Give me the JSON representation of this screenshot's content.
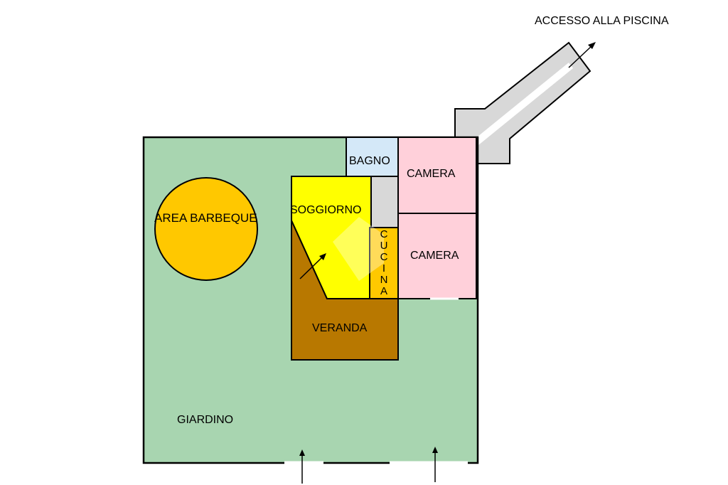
{
  "plan": {
    "title": "ACCESSO ALLA PISCINA",
    "rooms": {
      "giardino": "GIARDINO",
      "area_barbeque": "AREA BARBEQUE",
      "bagno": "BAGNO",
      "camera_top": "CAMERA",
      "camera_bottom": "CAMERA",
      "soggiorno": "SOGGIORNO",
      "cucina": "CUCINA",
      "veranda": "VERANDA"
    },
    "cucina_letters": [
      "C",
      "U",
      "C",
      "I",
      "N",
      "A"
    ],
    "colors": {
      "giardino": "#a8d5b0",
      "area_barbeque": "#ffc800",
      "bagno": "#d4e8f8",
      "camera": "#ffd0da",
      "soggiorno": "#ffff00",
      "cucina": "#ffc800",
      "veranda": "#b87800",
      "corridor": "#d8d8d8",
      "wall": "#000000"
    }
  }
}
